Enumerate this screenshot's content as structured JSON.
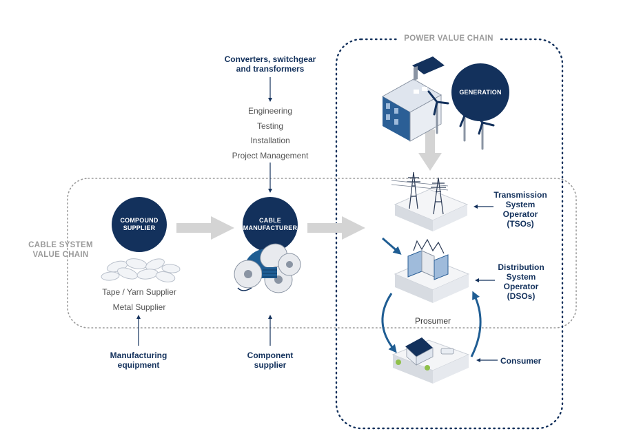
{
  "power_chain": {
    "title": "POWER VALUE CHAIN"
  },
  "cable_chain": {
    "title_line1": "CABLE SYSTEM",
    "title_line2": "VALUE CHAIN"
  },
  "converters": {
    "line1": "Converters, switchgear",
    "line2": "and transformers"
  },
  "services": [
    "Engineering",
    "Testing",
    "Installation",
    "Project Management"
  ],
  "compound_supplier": {
    "line1": "COMPOUND",
    "line2": "SUPPLIER"
  },
  "cable_manufacturer": {
    "line1": "CABLE",
    "line2": "MANUFACTURER"
  },
  "generation": {
    "label": "GENERATION"
  },
  "suppliers": [
    "Tape / Yarn Supplier",
    "Metal Supplier"
  ],
  "manufacturing_equipment": {
    "line1": "Manufacturing",
    "line2": "equipment"
  },
  "component_supplier": {
    "line1": "Component",
    "line2": "supplier"
  },
  "tso": {
    "line1": "Transmission",
    "line2": "System",
    "line3": "Operator",
    "line4": "(TSOs)"
  },
  "dso": {
    "line1": "Distribution",
    "line2": "System",
    "line3": "Operator",
    "line4": "(DSOs)"
  },
  "prosumer": {
    "label": "Prosumer"
  },
  "consumer": {
    "label": "Consumer"
  },
  "colors": {
    "navy": "#13315c",
    "blue": "#1f5d93",
    "grey_arrow": "#d4d4d4",
    "dotted_grey": "#9a9a9a"
  }
}
